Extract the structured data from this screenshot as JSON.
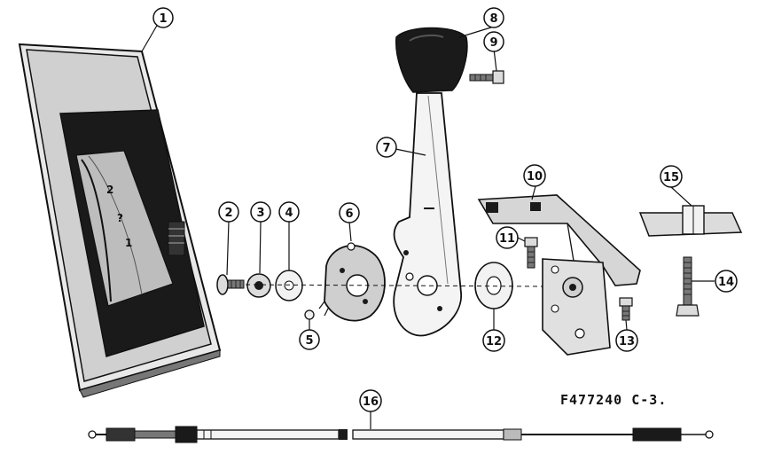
{
  "diagram": {
    "reference_code": "F477240 C-3.",
    "callouts": [
      "1",
      "2",
      "3",
      "4",
      "5",
      "6",
      "7",
      "8",
      "9",
      "10",
      "11",
      "12",
      "13",
      "14",
      "15",
      "16"
    ],
    "colors": {
      "ink": "#111111",
      "paper": "#ffffff",
      "dark_fill": "#1a1a1a",
      "mid_fill": "#9a9a9a",
      "light_fill": "#dcdcdc"
    }
  }
}
